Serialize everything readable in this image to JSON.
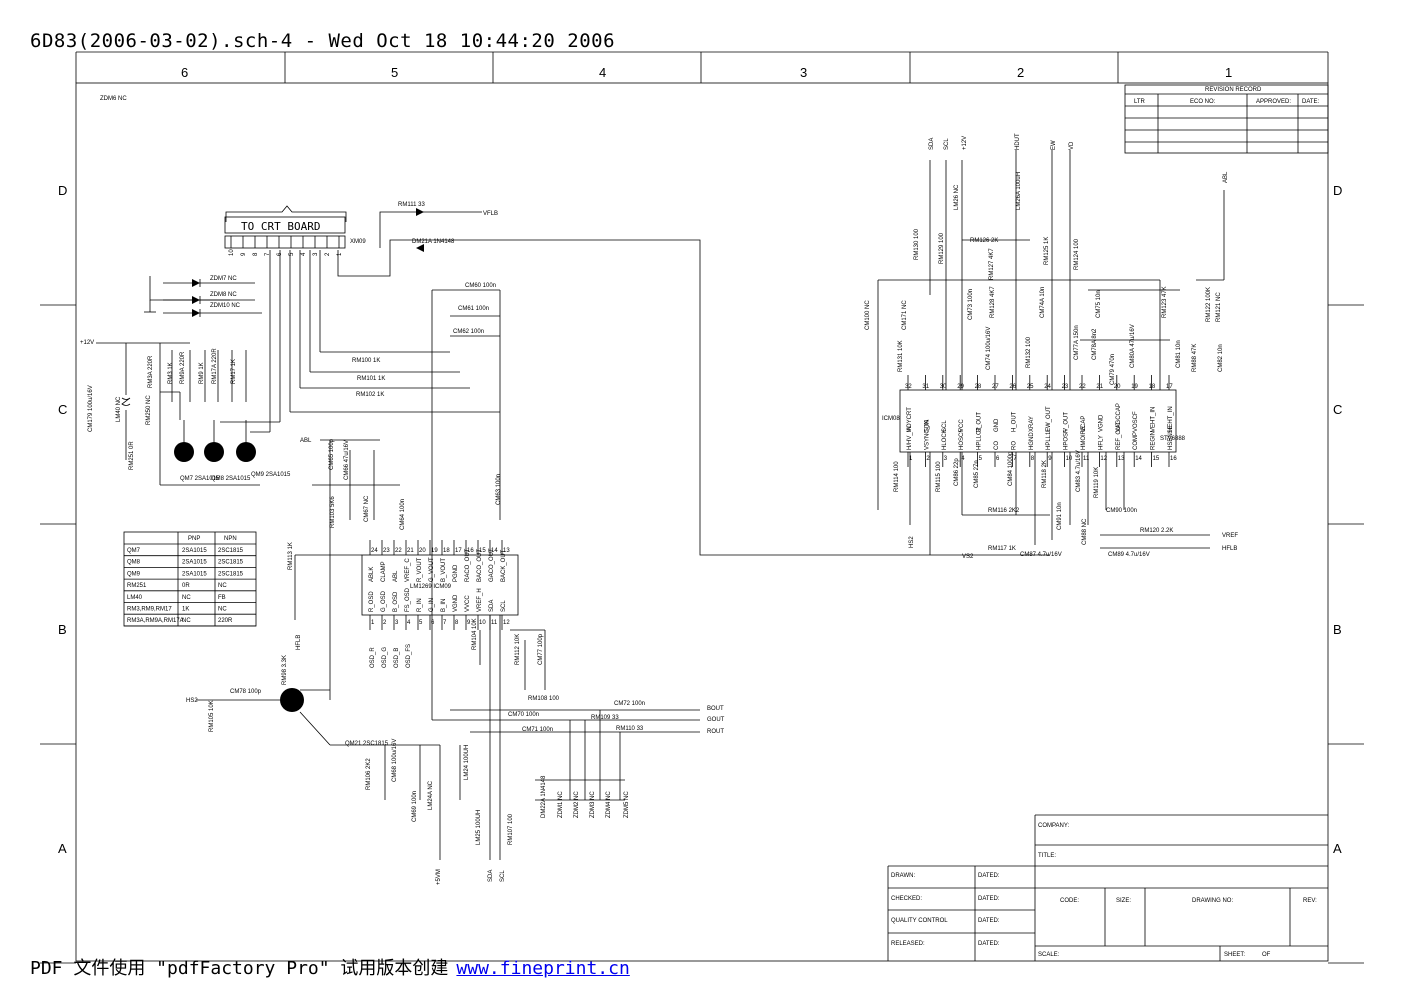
{
  "header": {
    "title": "6D83(2006-03-02).sch-4 - Wed Oct 18 10:44:20 2006"
  },
  "zones": {
    "columns": [
      "6",
      "5",
      "4",
      "3",
      "2",
      "1"
    ],
    "rows": [
      "D",
      "C",
      "B",
      "A"
    ]
  },
  "revision": {
    "title": "REVISION RECORD",
    "cols": [
      "LTR",
      "ECO NO:",
      "APPROVED:",
      "DATE:"
    ]
  },
  "connector": {
    "title": "TO CRT BOARD",
    "ref": "XM09",
    "pins": [
      "10",
      "9",
      "8",
      "7",
      "6",
      "5",
      "4",
      "3",
      "2",
      "1"
    ]
  },
  "ic_left": {
    "ref": "LM1269 ICM09",
    "top_pins": [
      "24",
      "23",
      "22",
      "21",
      "20",
      "19",
      "18",
      "17",
      "16",
      "15",
      "14",
      "13"
    ],
    "top_names": [
      "ABLK",
      "CLAMP",
      "ABL",
      "VREF_C",
      "R_VOUT",
      "G_VOUT",
      "B_VOUT",
      "PGND",
      "RACO_OUT",
      "BACO_OUT",
      "GACO_OUT",
      "BACK_OUT"
    ],
    "bot_pins": [
      "1",
      "2",
      "3",
      "4",
      "5",
      "6",
      "7",
      "8",
      "9",
      "10",
      "11",
      "12"
    ],
    "bot_names": [
      "R_OSD",
      "G_OSD",
      "B_OSD",
      "FS_OSD",
      "R_IN",
      "G_IN",
      "B_IN",
      "VGND",
      "VVCC",
      "VREF_H",
      "SDA",
      "SCL"
    ]
  },
  "ic_right": {
    "ref": "ICM08",
    "part": "STV6888",
    "top_pins": [
      "32",
      "31",
      "30",
      "29",
      "28",
      "27",
      "26",
      "25",
      "24",
      "23",
      "22",
      "21",
      "20",
      "19",
      "18",
      "17"
    ],
    "top_names": [
      "H/HV_IN",
      "VSYNC_IN",
      "HLOCK",
      "HOSCF",
      "HPLLC2",
      "CO",
      "RO",
      "HGND",
      "HPLL1F",
      "HPOSF",
      "HMOIRE",
      "HFLY",
      "REF_OUT",
      "COMP",
      "REGIN",
      "HSENSE"
    ],
    "bot_pins": [
      "1",
      "2",
      "3",
      "4",
      "5",
      "6",
      "7",
      "8",
      "9",
      "10",
      "11",
      "12",
      "13",
      "14",
      "15",
      "16"
    ],
    "bot_names": [
      "VOYCRT",
      "SDA",
      "SCL",
      "VCC",
      "B_OUT",
      "GND",
      "H_OUT",
      "XRAY",
      "EW_OUT",
      "V_OUT",
      "VCAP",
      "VGND",
      "VAGCCAP",
      "VOSCF",
      "VEHT_IN",
      "HEHT_IN"
    ]
  },
  "components": {
    "left": [
      "RM3A 220R",
      "RM9A 220R",
      "RM17A 220R",
      "RM3 1K",
      "RM9 1K",
      "RM17 1K",
      "RM250 NC",
      "RM251 0R",
      "LM40 NC",
      "CM179 100u/16V",
      "QM7 2SA1015",
      "QM8 2SA1015",
      "QM9 2SA1015",
      "ZDM7 NC",
      "ZDM8 NC",
      "ZDM10 NC",
      "RM100 1K",
      "RM101 1K",
      "RM102 1K",
      "CM60 100n",
      "CM61 100n",
      "CM62 100n",
      "RM103 5K6",
      "CM65 100p",
      "CM66 47u/16V",
      "CM67 NC",
      "CM64 100n",
      "CM63 100n",
      "RM113 1K",
      "RM104 10K",
      "RM112 10K",
      "CM77 100p",
      "CM78 100p",
      "RM105 10K",
      "RM98 3.3K",
      "QM21 2SC1815",
      "RM106 2K2",
      "CM68 100u/16V",
      "CM69 100n",
      "LM24A NC",
      "LM24 100UH",
      "LM25 100UH",
      "RM107 100",
      "RM108 100",
      "CM70 100n",
      "CM71 100n",
      "CM72 100n",
      "RM109 33",
      "RM110 33",
      "RM111 33",
      "DM21A 1N4148",
      "DM22A 1N4148",
      "ZDM1 NC",
      "ZDM2 NC",
      "ZDM3 NC",
      "ZDM4 NC",
      "ZDM5 NC",
      "ZDM6 NC"
    ],
    "right": [
      "RM130 100",
      "RM129 100",
      "LM26 NC",
      "LM26A 100uH",
      "RM126 2K",
      "RM127 4K7",
      "RM128 4K7",
      "RM125 1K",
      "RM124 100",
      "CM100 NC",
      "CM171 NC",
      "CM73 100n",
      "CM74 100u/16V",
      "RM131 10K",
      "RM132 100",
      "CM74A 10n",
      "CM75 10n",
      "CM77A 150n",
      "CM78A 8n2",
      "CM79 470n",
      "CM80A 47u/16V",
      "RM123 47K",
      "RM122 100K",
      "RM121 NC",
      "RM88 47K",
      "CM81 10n",
      "CM82 10n",
      "RM114 100",
      "RM115 100",
      "CM86 22p",
      "CM85 27n",
      "CM84 1000p",
      "RM118 2K",
      "RM116 2K2",
      "RM117 1K",
      "CM83 4.7u/16V",
      "RM119 10K",
      "CM91 10n",
      "CM88 NC",
      "CM87 4.7u/16V",
      "CM90 100n",
      "CM89 4.7u/16V",
      "RM120 2.2K"
    ]
  },
  "nets": {
    "left": [
      "+12V",
      "ABL",
      "HFLB",
      "HS2",
      "OSD_R",
      "OSD_G",
      "OSD_B",
      "OSD_FS",
      "+5VM",
      "SDA",
      "SCL",
      "VFLB",
      "BOUT",
      "GOUT",
      "ROUT"
    ],
    "right": [
      "SDA",
      "SCL",
      "+12V",
      "HDUT",
      "EW",
      "VD",
      "ABL",
      "HS2",
      "VS2",
      "VREF",
      "HFLB"
    ]
  },
  "bom_table": {
    "headers": [
      "",
      "PNP",
      "NPN"
    ],
    "rows": [
      [
        "QM7",
        "2SA1015",
        "2SC1815"
      ],
      [
        "QM8",
        "2SA1015",
        "2SC1815"
      ],
      [
        "QM9",
        "2SA1015",
        "2SC1815"
      ],
      [
        "RM251",
        "0R",
        "NC"
      ],
      [
        "LM40",
        "NC",
        "FB"
      ],
      [
        "RM3,RM9,RM17",
        "1K",
        "NC"
      ],
      [
        "RM3A,RM9A,RM17A",
        "NC",
        "220R"
      ]
    ]
  },
  "title_block": {
    "company": "COMPANY:",
    "title": "TITLE:",
    "drawn": "DRAWN:",
    "checked": "CHECKED:",
    "quality": "QUALITY CONTROL",
    "released": "RELEASED:",
    "dated": "DATED:",
    "code": "CODE:",
    "size": "SIZE:",
    "drawing_no": "DRAWING NO:",
    "rev": "REV:",
    "scale": "SCALE:",
    "sheet": "SHEET:",
    "of": "OF"
  },
  "footer": {
    "prefix": "PDF 文件使用 \"pdfFactory Pro\" 试用版本创建",
    "link": "www.fineprint.cn"
  }
}
